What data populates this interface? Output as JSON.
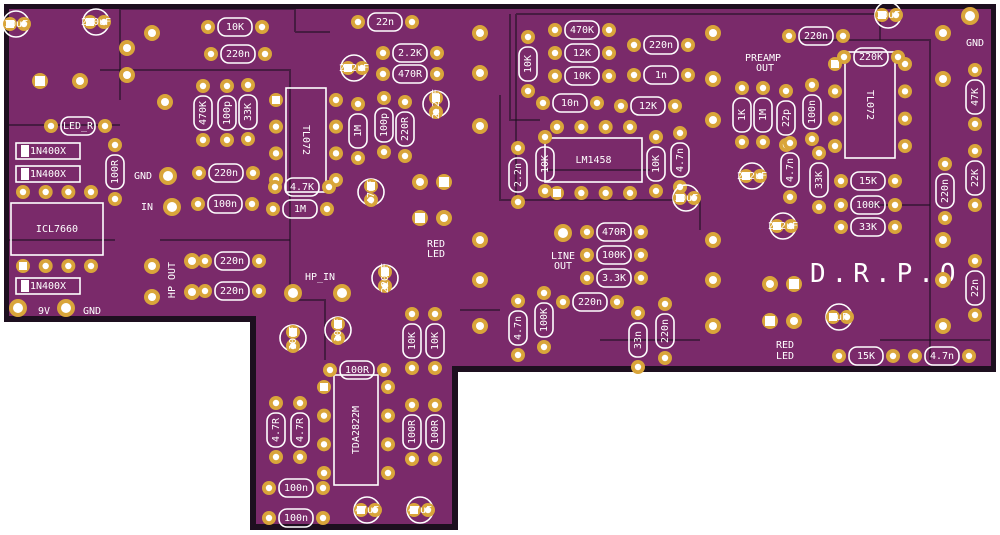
{
  "board": {
    "title": "D.R.P.O",
    "colors": {
      "mask": "#7a2a6a",
      "edge": "#1d0f1f",
      "pad": "#d9a53a",
      "silk": "#ffffff",
      "hole": "#ffffff"
    }
  },
  "chips": [
    {
      "label": "TL072",
      "rot": 90
    },
    {
      "label": "LM1458",
      "rot": 0
    },
    {
      "label": "TL072",
      "rot": 90
    },
    {
      "label": "ICL7660",
      "rot": 0
    },
    {
      "label": "TDA2822M",
      "rot": -90
    }
  ],
  "components": [
    {
      "label": "10uF",
      "kind": "cap",
      "rot": 0
    },
    {
      "label": "220uF",
      "kind": "cap",
      "rot": 0
    },
    {
      "label": "10K",
      "kind": "res",
      "rot": 0
    },
    {
      "label": "220n",
      "kind": "res",
      "rot": 0
    },
    {
      "label": "22n",
      "kind": "res",
      "rot": 0
    },
    {
      "label": "2.2K",
      "kind": "res",
      "rot": 0
    },
    {
      "label": "470R",
      "kind": "res",
      "rot": 0
    },
    {
      "label": "2.2uF",
      "kind": "cap",
      "rot": 0
    },
    {
      "label": "2.2uF",
      "kind": "cap",
      "rot": -90
    },
    {
      "label": "470K",
      "kind": "res",
      "rot": -90
    },
    {
      "label": "100p",
      "kind": "res",
      "rot": -90
    },
    {
      "label": "33K",
      "kind": "res",
      "rot": -90
    },
    {
      "label": "1M",
      "kind": "res",
      "rot": -90
    },
    {
      "label": "100p",
      "kind": "res",
      "rot": -90
    },
    {
      "label": "220R",
      "kind": "res",
      "rot": -90
    },
    {
      "label": "4.7K",
      "kind": "res",
      "rot": 0
    },
    {
      "label": "1M",
      "kind": "res",
      "rot": 0
    },
    {
      "label": "220n",
      "kind": "res",
      "rot": 0
    },
    {
      "label": "100n",
      "kind": "res",
      "rot": 0
    },
    {
      "label": "47uF",
      "kind": "cap",
      "rot": -90
    },
    {
      "label": "LED_R",
      "kind": "res",
      "rot": 0
    },
    {
      "label": "1N400X",
      "kind": "diode",
      "rot": 0
    },
    {
      "label": "1N400X",
      "kind": "diode",
      "rot": 0
    },
    {
      "label": "1N400X",
      "kind": "diode",
      "rot": 0
    },
    {
      "label": "100R",
      "kind": "res",
      "rot": -90
    },
    {
      "label": "220n",
      "kind": "res",
      "rot": 0
    },
    {
      "label": "220n",
      "kind": "res",
      "rot": 0
    },
    {
      "label": "220uF",
      "kind": "cap",
      "rot": -90
    },
    {
      "label": "10uF",
      "kind": "cap",
      "rot": -90
    },
    {
      "label": "10uF",
      "kind": "cap",
      "rot": -90
    },
    {
      "label": "100R",
      "kind": "res",
      "rot": 0
    },
    {
      "label": "10K",
      "kind": "res",
      "rot": -90
    },
    {
      "label": "10K",
      "kind": "res",
      "rot": -90
    },
    {
      "label": "4.7R",
      "kind": "res",
      "rot": -90
    },
    {
      "label": "4.7R",
      "kind": "res",
      "rot": -90
    },
    {
      "label": "100R",
      "kind": "res",
      "rot": -90
    },
    {
      "label": "100R",
      "kind": "res",
      "rot": -90
    },
    {
      "label": "100n",
      "kind": "res",
      "rot": 0
    },
    {
      "label": "100n",
      "kind": "res",
      "rot": 0
    },
    {
      "label": "47uF",
      "kind": "cap",
      "rot": 0
    },
    {
      "label": "47uF",
      "kind": "cap",
      "rot": 0
    },
    {
      "label": "470K",
      "kind": "res",
      "rot": 0
    },
    {
      "label": "12K",
      "kind": "res",
      "rot": 0
    },
    {
      "label": "10K",
      "kind": "res",
      "rot": 0
    },
    {
      "label": "220n",
      "kind": "res",
      "rot": 0
    },
    {
      "label": "1n",
      "kind": "res",
      "rot": 0
    },
    {
      "label": "10K",
      "kind": "res",
      "rot": -90
    },
    {
      "label": "10n",
      "kind": "res",
      "rot": 0
    },
    {
      "label": "12K",
      "kind": "res",
      "rot": 0
    },
    {
      "label": "2.2n",
      "kind": "res",
      "rot": -90
    },
    {
      "label": "10K",
      "kind": "res",
      "rot": -90
    },
    {
      "label": "10K",
      "kind": "res",
      "rot": -90
    },
    {
      "label": "4.7n",
      "kind": "res",
      "rot": -90
    },
    {
      "label": "10uF",
      "kind": "cap",
      "rot": 0
    },
    {
      "label": "470R",
      "kind": "res",
      "rot": 0
    },
    {
      "label": "100K",
      "kind": "res",
      "rot": 0
    },
    {
      "label": "3.3K",
      "kind": "res",
      "rot": 0
    },
    {
      "label": "4.7n",
      "kind": "res",
      "rot": -90
    },
    {
      "label": "100K",
      "kind": "res",
      "rot": -90
    },
    {
      "label": "220n",
      "kind": "res",
      "rot": 0
    },
    {
      "label": "33n",
      "kind": "res",
      "rot": -90
    },
    {
      "label": "220n",
      "kind": "res",
      "rot": -90
    },
    {
      "label": "220n",
      "kind": "res",
      "rot": 0
    },
    {
      "label": "220K",
      "kind": "res",
      "rot": 0
    },
    {
      "label": "1K",
      "kind": "res",
      "rot": -90
    },
    {
      "label": "1M",
      "kind": "res",
      "rot": -90
    },
    {
      "label": "22p",
      "kind": "res",
      "rot": -90
    },
    {
      "label": "100n",
      "kind": "res",
      "rot": -90
    },
    {
      "label": "4.7n",
      "kind": "res",
      "rot": -90
    },
    {
      "label": "2.2uF",
      "kind": "cap",
      "rot": 0
    },
    {
      "label": "33K",
      "kind": "res",
      "rot": -90
    },
    {
      "label": "2.2uF",
      "kind": "cap",
      "rot": 0
    },
    {
      "label": "15K",
      "kind": "res",
      "rot": 0
    },
    {
      "label": "100K",
      "kind": "res",
      "rot": 0
    },
    {
      "label": "33K",
      "kind": "res",
      "rot": 0
    },
    {
      "label": "47K",
      "kind": "res",
      "rot": -90
    },
    {
      "label": "22K",
      "kind": "res",
      "rot": -90
    },
    {
      "label": "220n",
      "kind": "res",
      "rot": -90
    },
    {
      "label": "22n",
      "kind": "res",
      "rot": -90
    },
    {
      "label": "10uF",
      "kind": "cap",
      "rot": 0
    },
    {
      "label": "1uF",
      "kind": "cap",
      "rot": 0
    },
    {
      "label": "15K",
      "kind": "res",
      "rot": 0
    },
    {
      "label": "4.7n",
      "kind": "res",
      "rot": 0
    }
  ],
  "text_labels": [
    {
      "text": "GND"
    },
    {
      "text": "IN"
    },
    {
      "text": "9V"
    },
    {
      "text": "GND"
    },
    {
      "text": "HP OUT"
    },
    {
      "text": "HP_IN"
    },
    {
      "text": "RED"
    },
    {
      "text": "LED"
    },
    {
      "text": "LINE"
    },
    {
      "text": "OUT"
    },
    {
      "text": "PREAMP"
    },
    {
      "text": "OUT"
    },
    {
      "text": "RED"
    },
    {
      "text": "LED"
    },
    {
      "text": "GND"
    }
  ]
}
